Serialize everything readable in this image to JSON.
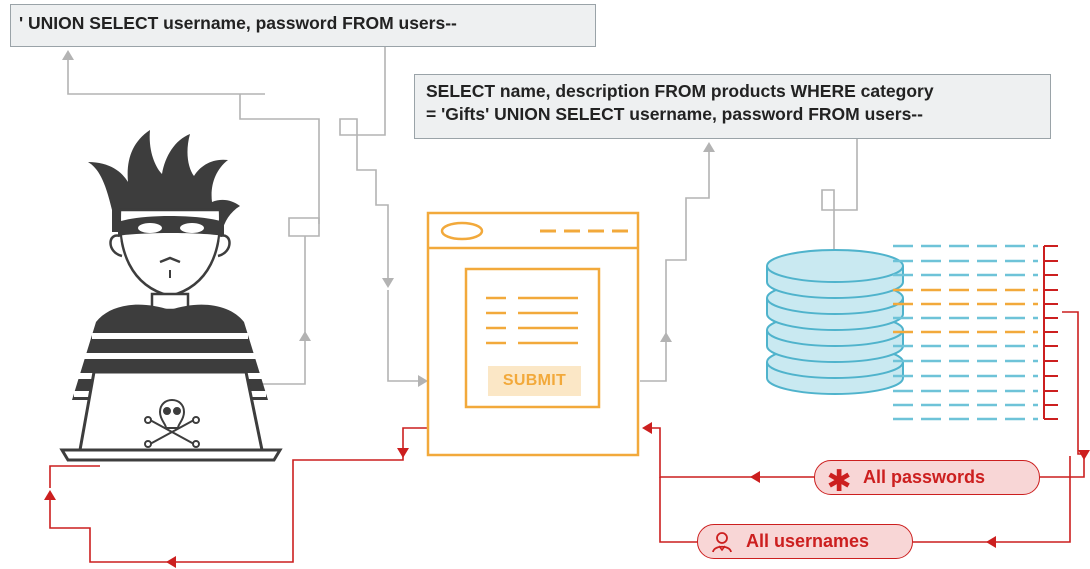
{
  "payload_text": "' UNION SELECT username, password FROM users--",
  "query_text": {
    "line1": "SELECT name, description FROM products WHERE category",
    "line2": "= 'Gifts' UNION SELECT username, password FROM users--"
  },
  "submit_label": "SUBMIT",
  "passwords_label": "All passwords",
  "usernames_label": "All usernames",
  "icons": {
    "attacker": "hacker-figure-icon",
    "laptop_skull": "skull-crossbones-icon",
    "passwords": "asterisk-icon",
    "usernames": "user-icon",
    "database": "database-icon"
  },
  "colors": {
    "query_line": "#b3b3b3",
    "response_line": "#cc1f1f",
    "browser": "#f2a93b",
    "database": "#4fb3cc",
    "attacker": "#3d3d3d"
  }
}
